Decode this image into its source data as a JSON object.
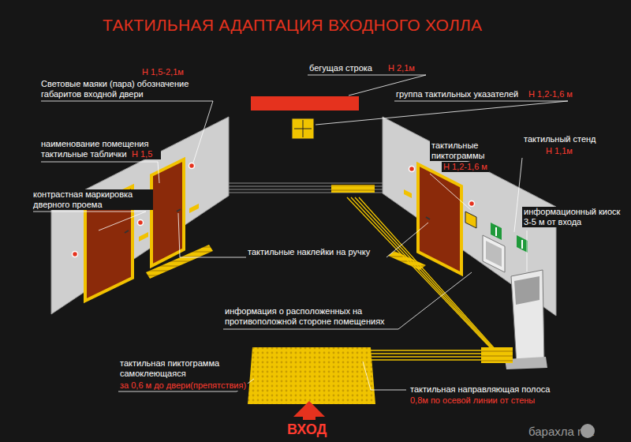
{
  "diagram": {
    "title": "ТАКТИЛЬНАЯ АДАПТАЦИЯ ВХОДНОГО ХОЛЛА",
    "labels": [
      "Световые маяки (пара) обозначение габаритов входной двери",
      "Н 1,5-2,1м",
      "бегущая строка",
      "Н 2,1м",
      "группа тактильных указателей",
      "Н 1,2-1,6 м",
      "наименование помещения тактильные таблички",
      "Н 1,5",
      "тактильные пиктограммы",
      "Н 1,2-1,6 м",
      "тактильный стенд",
      "Н 1,1м",
      "контрастная маркировка дверного проема",
      "информационный киоск 3-5 м от входа",
      "тактильные наклейки на ручку",
      "информация о расположенных на противоположной стороне помещениях",
      "тактильная пиктограмма самоклеющаяся",
      "за 0,6 м до двери(препятствия)",
      "тактильная направляющая полоса",
      "0,8м по осевой линии от стены",
      "ВХОД",
      "барахла net"
    ]
  }
}
